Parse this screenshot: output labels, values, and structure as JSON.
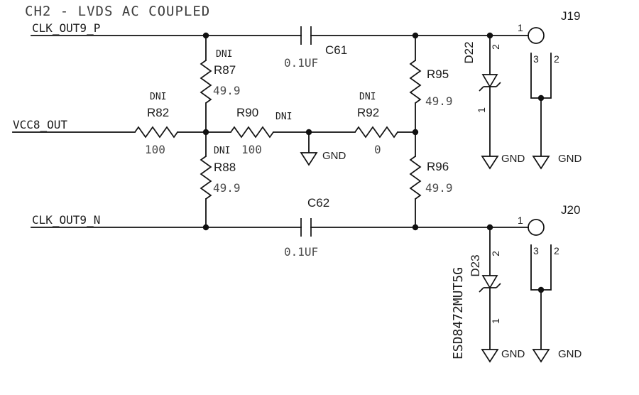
{
  "title": "CH2 - LVDS AC COUPLED",
  "labels": {
    "gnd": "GND"
  },
  "nets": {
    "clk_out9_p": "CLK_OUT9_P",
    "vcc8_out": "VCC8_OUT",
    "clk_out9_n": "CLK_OUT9_N"
  },
  "components": {
    "r82": {
      "ref": "R82",
      "value": "100",
      "dni": "DNI"
    },
    "r87": {
      "ref": "R87",
      "value": "49.9",
      "dni": "DNI"
    },
    "r88": {
      "ref": "R88",
      "value": "49.9",
      "dni": "DNI"
    },
    "r90": {
      "ref": "R90",
      "value": "100",
      "dni": "DNI"
    },
    "r92": {
      "ref": "R92",
      "value": "0",
      "dni": "DNI"
    },
    "r95": {
      "ref": "R95",
      "value": "49.9"
    },
    "r96": {
      "ref": "R96",
      "value": "49.9"
    },
    "c61": {
      "ref": "C61",
      "value": "0.1UF"
    },
    "c62": {
      "ref": "C62",
      "value": "0.1UF"
    },
    "d22": {
      "ref": "D22",
      "pin1": "1",
      "pin2": "2"
    },
    "d23": {
      "ref": "D23",
      "part": "ESD8472MUT5G",
      "pin1": "1",
      "pin2": "2"
    },
    "j19": {
      "ref": "J19",
      "pin1": "1",
      "pin2": "2",
      "pin3": "3"
    },
    "j20": {
      "ref": "J20",
      "pin1": "1",
      "pin2": "2",
      "pin3": "3"
    }
  }
}
